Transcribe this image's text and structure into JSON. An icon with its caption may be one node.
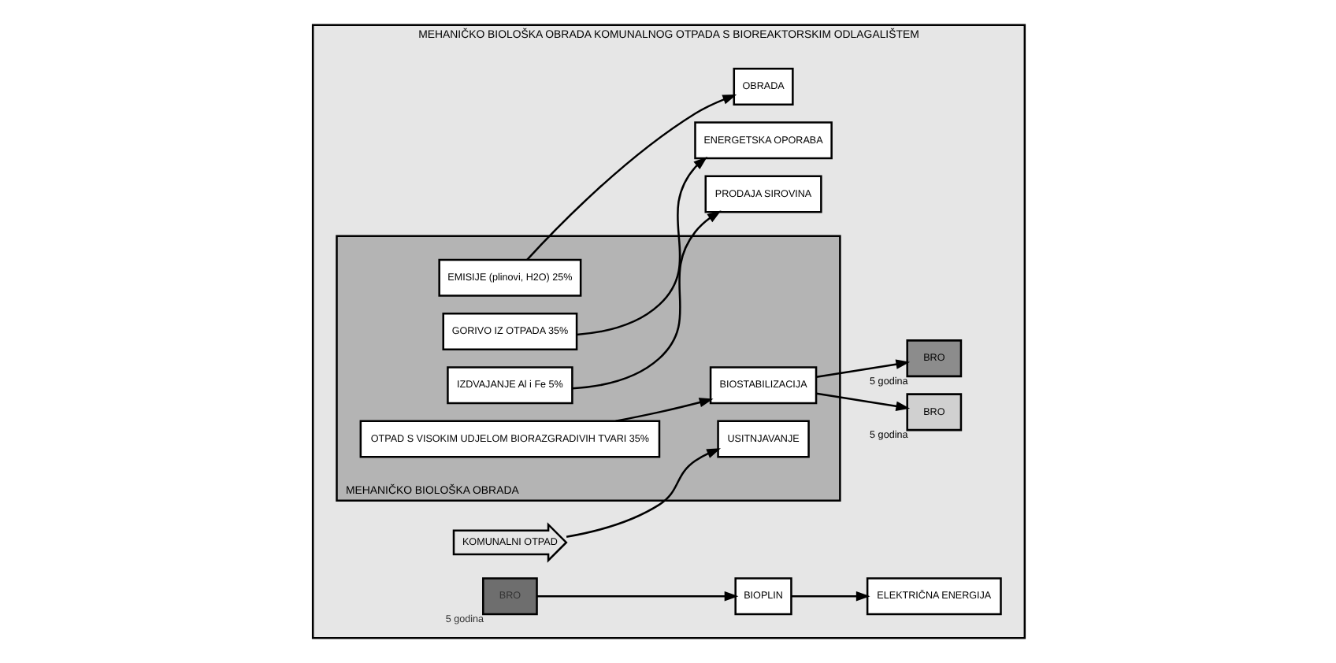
{
  "diagram": {
    "nodes": [
      {
        "text": [
          "MEHANIČKO BIOLOŠKA OBRADA KOMUNALNOG OTPADA S BIOREAKTORSKIM ODLAGALIŠTEM"
        ]
      },
      {
        "text": [
          "KOMUNALNI OTPAD"
        ],
        "in": 0
      },
      {
        "text": [
          "MEHANIČKO BIOLOŠKA OBRADA"
        ],
        "in": 0
      },
      {
        "text": [
          "USITNJAVANJE"
        ],
        "in": 2
      },
      {
        "text": [
          "IZDVAJANJE Al i Fe 5%"
        ],
        "in": 2
      },
      {
        "text": [
          "GORIVO IZ OTPADA 35%"
        ],
        "in": 2
      },
      {
        "text": [
          "OTPAD S VISOKIM UDJELOM BIORAZGRADIVIH TVARI 35%"
        ],
        "in": 2
      },
      {
        "text": [
          "BIOSTABILIZACIJA"
        ],
        "in": 2
      },
      {
        "text": [
          "EMISIJE (plinovi, H2O) 25%"
        ],
        "in": 2
      },
      {
        "text": [
          "OBRADA"
        ],
        "in": 0
      },
      {
        "text": [
          "PRODAJA SIROVINA"
        ],
        "in": 0
      },
      {
        "text": [
          "ENERGETSKA OPORABA"
        ],
        "in": 0
      },
      {
        "text": [
          "BIOPLIN"
        ],
        "in": 0
      },
      {
        "text": [
          "ELEKTRIČNA ENERGIJA"
        ],
        "in": 0
      },
      {
        "text": [
          "BRO"
        ],
        "in": 0,
        "beside": [
          "5 godina"
        ]
      },
      {
        "text": [
          "BRO"
        ],
        "in": 0,
        "beside": [
          "5 godina"
        ]
      },
      {
        "text": [
          "BRO"
        ],
        "in": 0,
        "beside": [
          "5 godina"
        ]
      }
    ],
    "edges": [
      {
        "from": 1,
        "to": 3,
        "arrow": "to"
      },
      {
        "from": 4,
        "to": 10,
        "arrow": "to"
      },
      {
        "from": 5,
        "to": 11,
        "arrow": "to"
      },
      {
        "from": 6,
        "to": 7,
        "arrow": "to"
      },
      {
        "from": 7,
        "to": 14,
        "arrow": "to"
      },
      {
        "from": 7,
        "to": 15,
        "arrow": "to"
      },
      {
        "from": 16,
        "to": 12,
        "arrow": "to"
      },
      {
        "from": 12,
        "to": 13,
        "arrow": "to"
      },
      {
        "from": 8,
        "to": 9,
        "arrow": "to"
      }
    ]
  }
}
